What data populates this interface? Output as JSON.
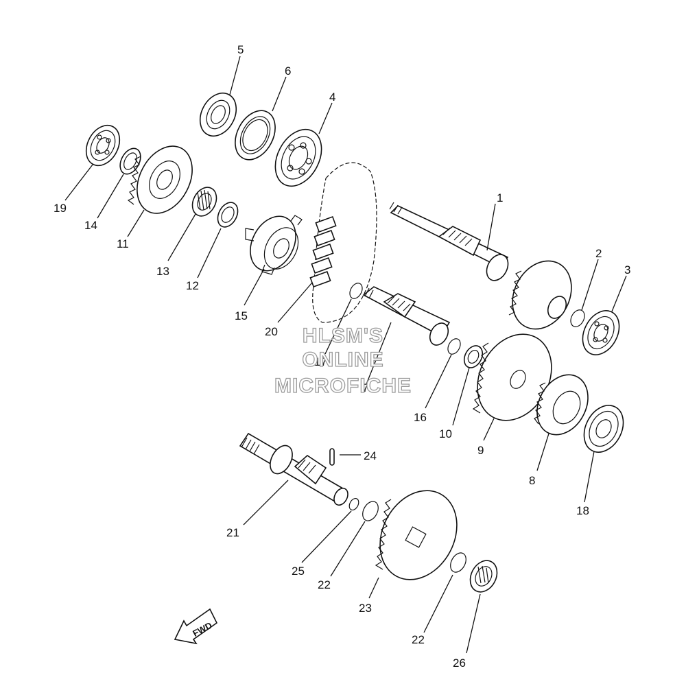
{
  "watermark": {
    "line1": "HLSM'S",
    "line2": "ONLINE",
    "line3": "MICROFICHE"
  },
  "direction_label": "FWD",
  "part_numbers": {
    "p1": "1",
    "p2": "2",
    "p3": "3",
    "p4": "4",
    "p5": "5",
    "p6": "6",
    "p7": "7",
    "p8": "8",
    "p9": "9",
    "p10": "10",
    "p11": "11",
    "p12": "12",
    "p13": "13",
    "p14": "14",
    "p15": "15",
    "p16": "16",
    "p17": "17",
    "p18": "18",
    "p19": "19",
    "p20": "20",
    "p21": "21",
    "p22a": "22",
    "p22b": "22",
    "p23": "23",
    "p24": "24",
    "p25": "25",
    "p26": "26"
  }
}
